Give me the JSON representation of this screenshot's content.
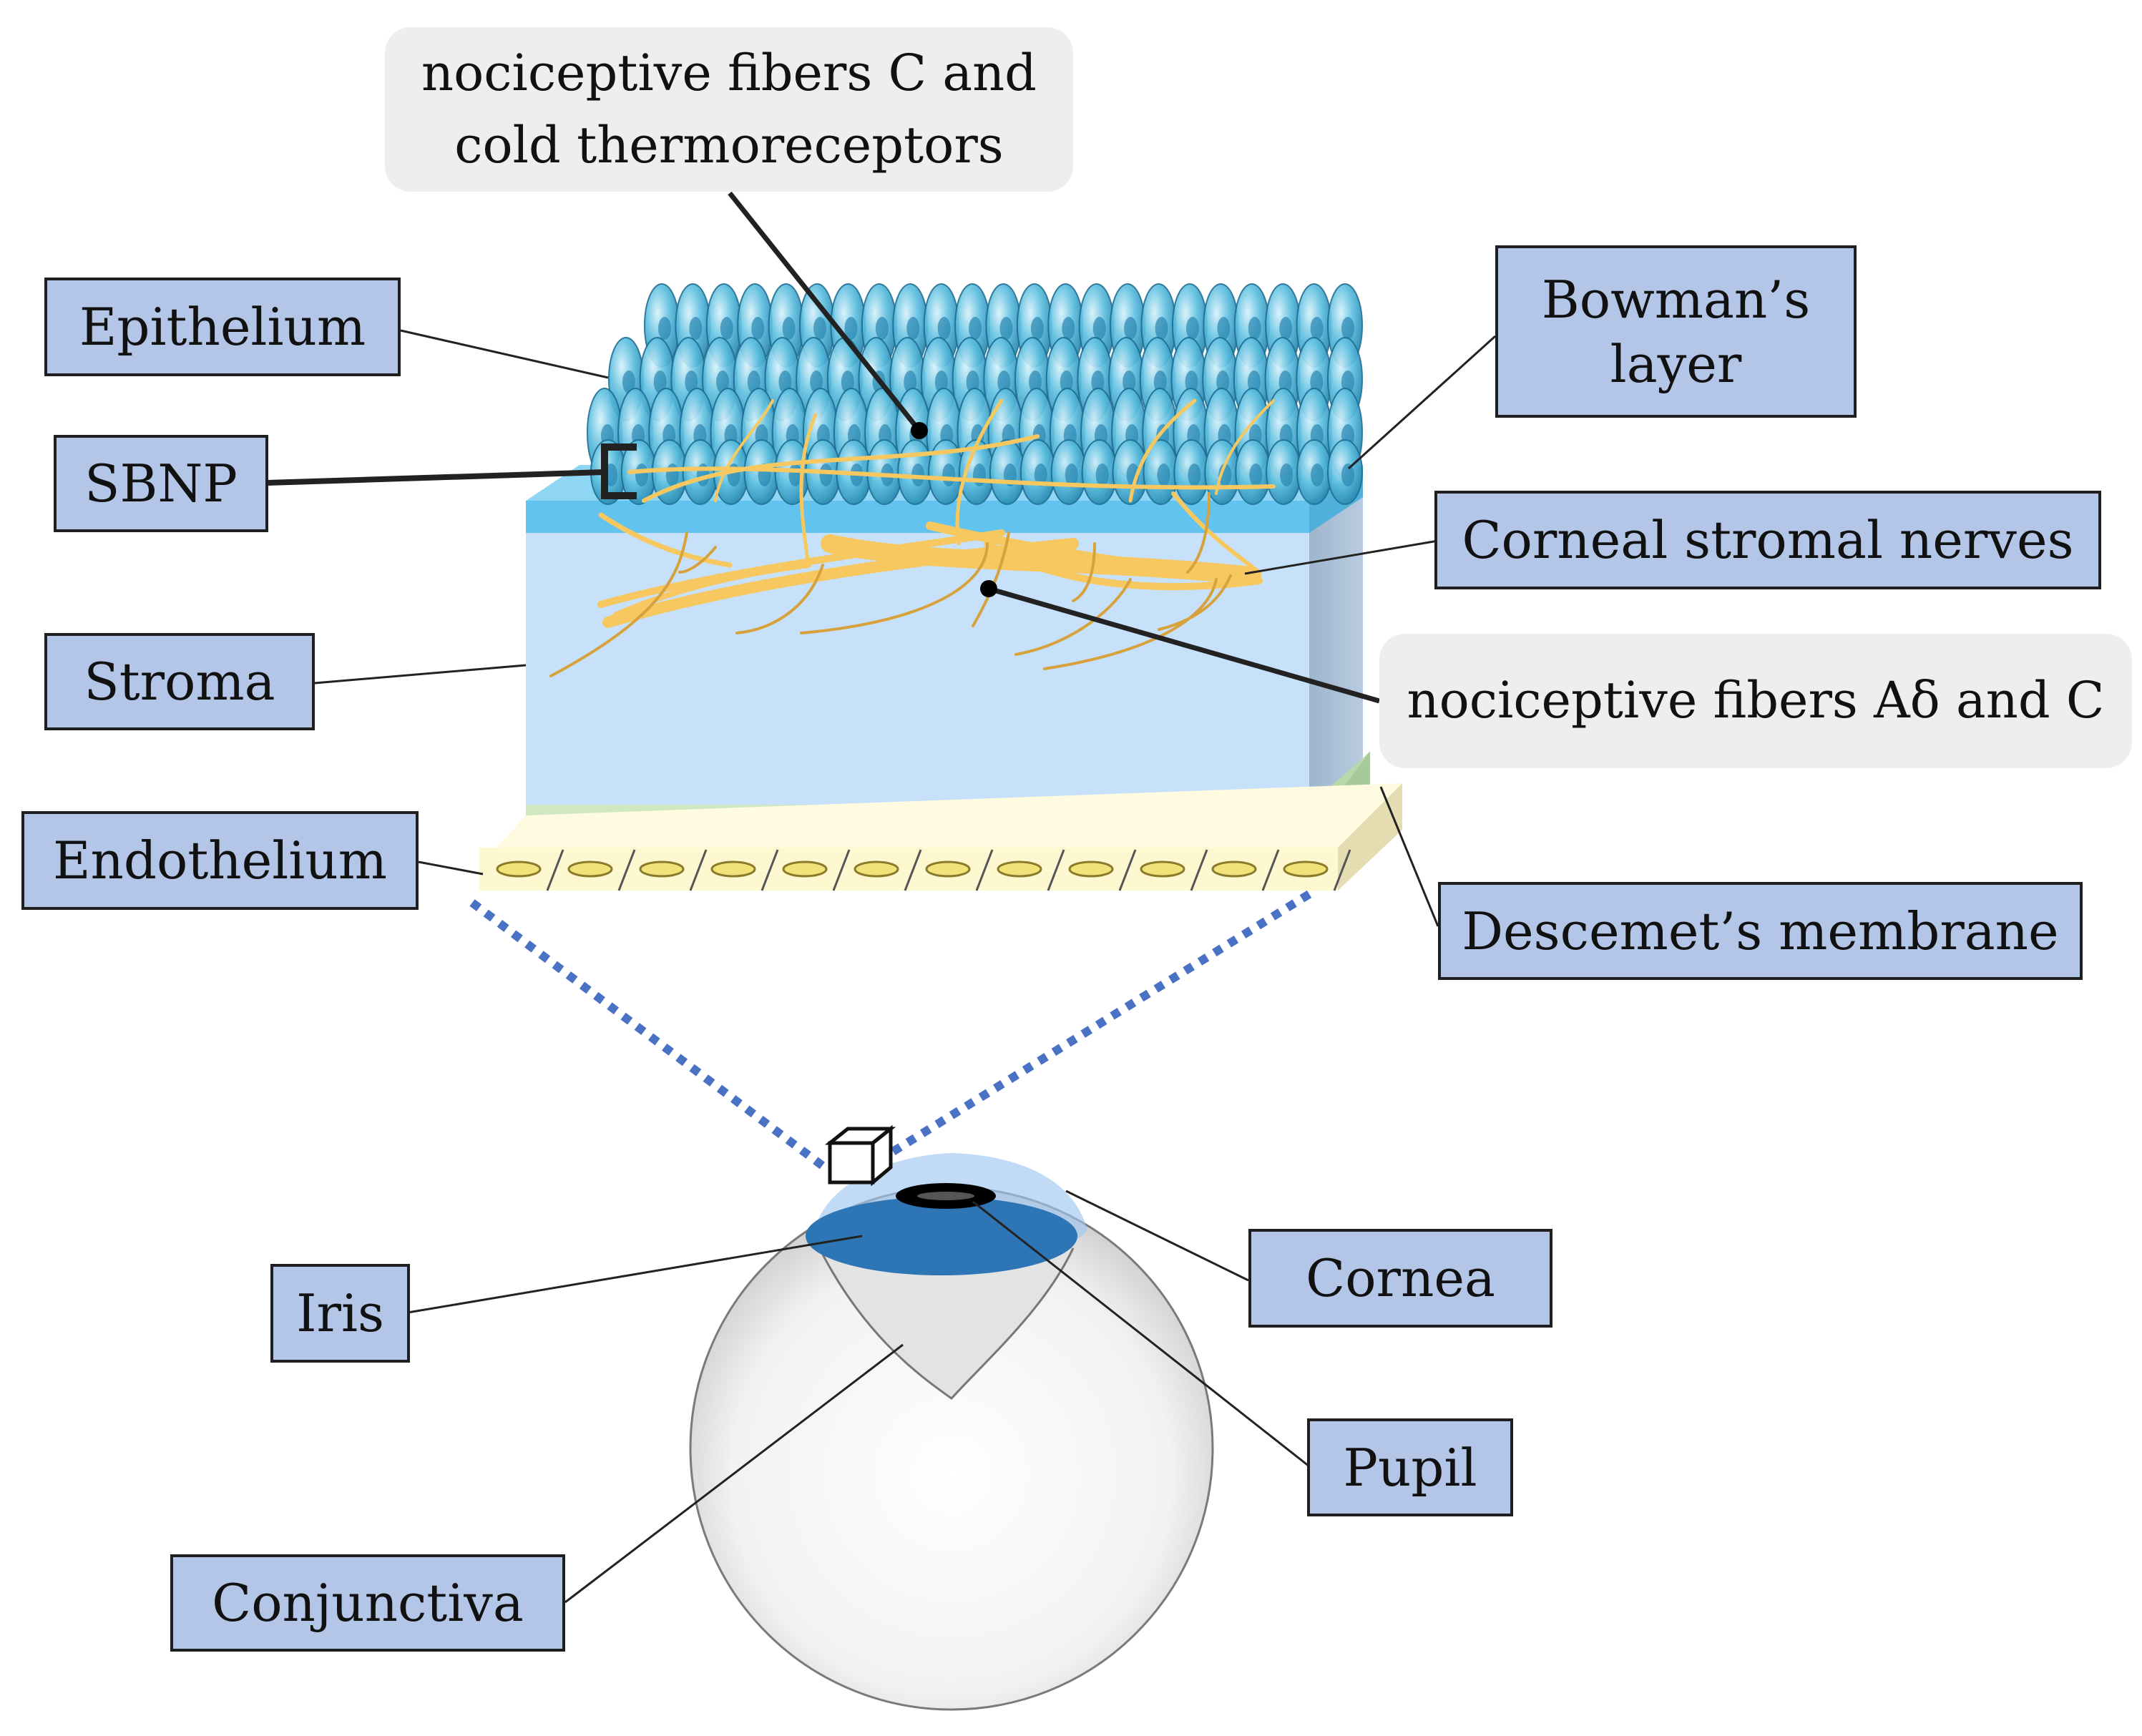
{
  "labels": {
    "epithelium": "Epithelium",
    "sbnp": "SBNP",
    "stroma": "Stroma",
    "endothelium": "Endothelium",
    "bowmans_layer_line1": "Bowman’s",
    "bowmans_layer_line2": "layer",
    "corneal_stromal_nerves": "Corneal stromal nerves",
    "descemets_membrane": "Descemet’s membrane",
    "iris": "Iris",
    "cornea": "Cornea",
    "pupil": "Pupil",
    "conjunctiva": "Conjunctiva"
  },
  "callouts": {
    "top_line1": "nociceptive fibers C and",
    "top_line2": "cold thermoreceptors",
    "right": "nociceptive fibers Aδ and C"
  },
  "colors": {
    "label_fill": "#b4c6e7",
    "callout_fill": "#eeeeee",
    "epithelium_cells": "#3fa9d2",
    "bowmans_layer": "#62c3ee",
    "stroma": "#c7e1fb",
    "nerves": "#f7c860",
    "descemets_membrane": "#cfe8c2",
    "endothelium": "#fdf8d0",
    "iris": "#2e75b6",
    "zoom_lines": "#4a72c4"
  }
}
